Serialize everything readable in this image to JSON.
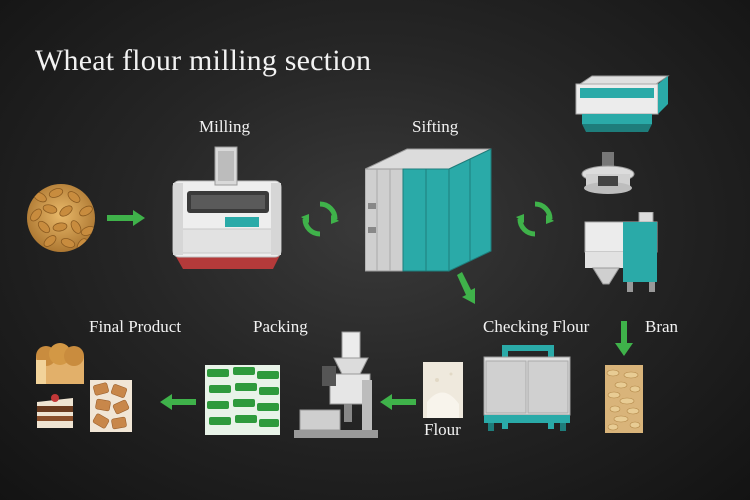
{
  "title": "Wheat flour  milling section",
  "labels": {
    "milling": "Milling",
    "sifting": "Sifting",
    "final_product": "Final Product",
    "packing": "Packing",
    "checking_flour": "Checking Flour",
    "bran": "Bran",
    "flour": "Flour"
  },
  "colors": {
    "arrow_green": "#3fb24a",
    "machine_teal": "#2aaaa8",
    "machine_white": "#eeeeee",
    "machine_red": "#b43a3a",
    "background": "#262626"
  },
  "icons": [
    "wheat-grains-image",
    "milling-machine-image",
    "cycle-arrows-icon",
    "plansifter-image",
    "purifier-image",
    "bran-finisher-image",
    "vibro-separator-image",
    "check-sifter-image",
    "bran-image",
    "flour-image",
    "packing-machine-image",
    "flour-bags-image",
    "bread-image",
    "cake-image",
    "biscuits-image",
    "arrow-icon"
  ]
}
